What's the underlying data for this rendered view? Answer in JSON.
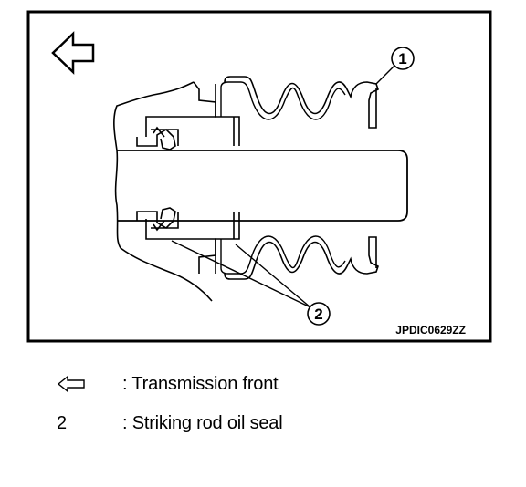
{
  "figure": {
    "code": "JPDIC0629ZZ",
    "callouts": [
      "1",
      "2"
    ]
  },
  "legend": [
    {
      "symbol": "",
      "symbol_icon": "hollow-left-arrow-icon",
      "text": ": Transmission front"
    },
    {
      "symbol": "2",
      "text": ": Striking rod oil seal"
    }
  ]
}
